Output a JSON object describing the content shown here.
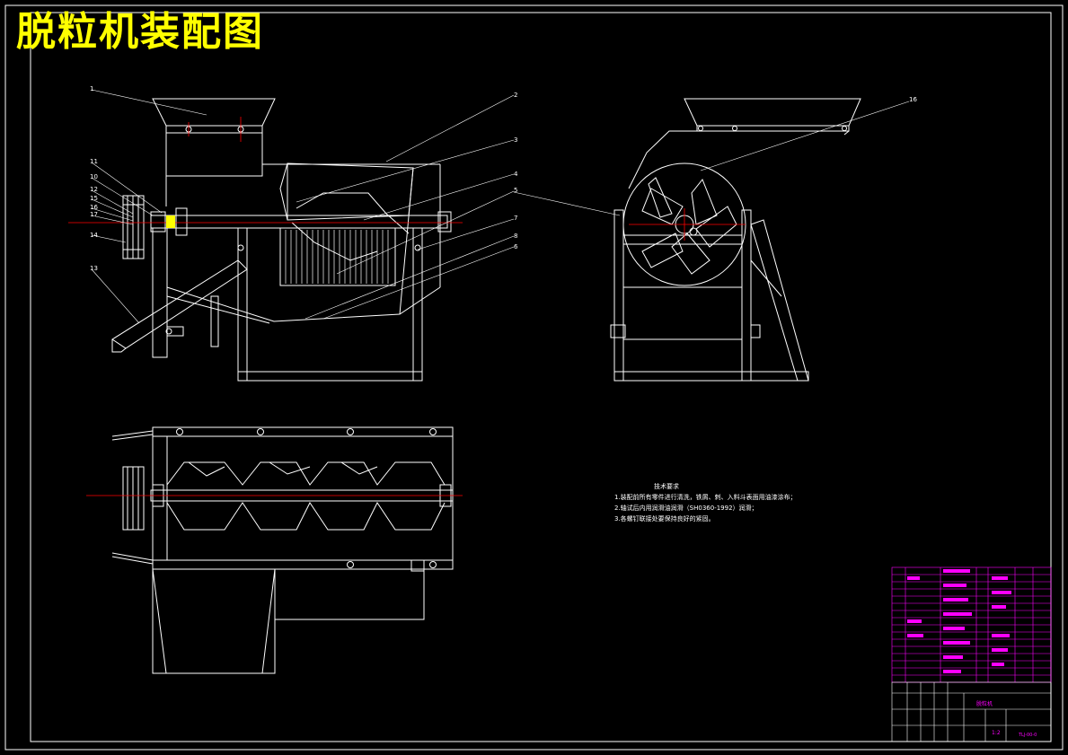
{
  "title": "脱粒机装配图",
  "part_labels": [
    "1",
    "2",
    "3",
    "4",
    "5",
    "7",
    "8",
    "6",
    "16",
    "11",
    "10",
    "12",
    "15",
    "16",
    "17",
    "14",
    "13"
  ],
  "tech_requirements": {
    "heading": "技术要求",
    "items": [
      "1.装配前所有零件进行清洗，铁屑、刺、入料斗表面用油漆涂布；",
      "2.轴试后内用润滑油润滑（SH0360-1992）润滑；",
      "3.各螺钉联接处要保持良好的紧固。"
    ]
  },
  "title_block": {
    "drawing_name": "脱粒机",
    "school": "",
    "scale": "1:2",
    "drawing_no": "TLJ-00-0"
  },
  "colors": {
    "line": "#ffffff",
    "center": "#ff0000",
    "title": "#ffff00",
    "table": "#ff00ff"
  }
}
